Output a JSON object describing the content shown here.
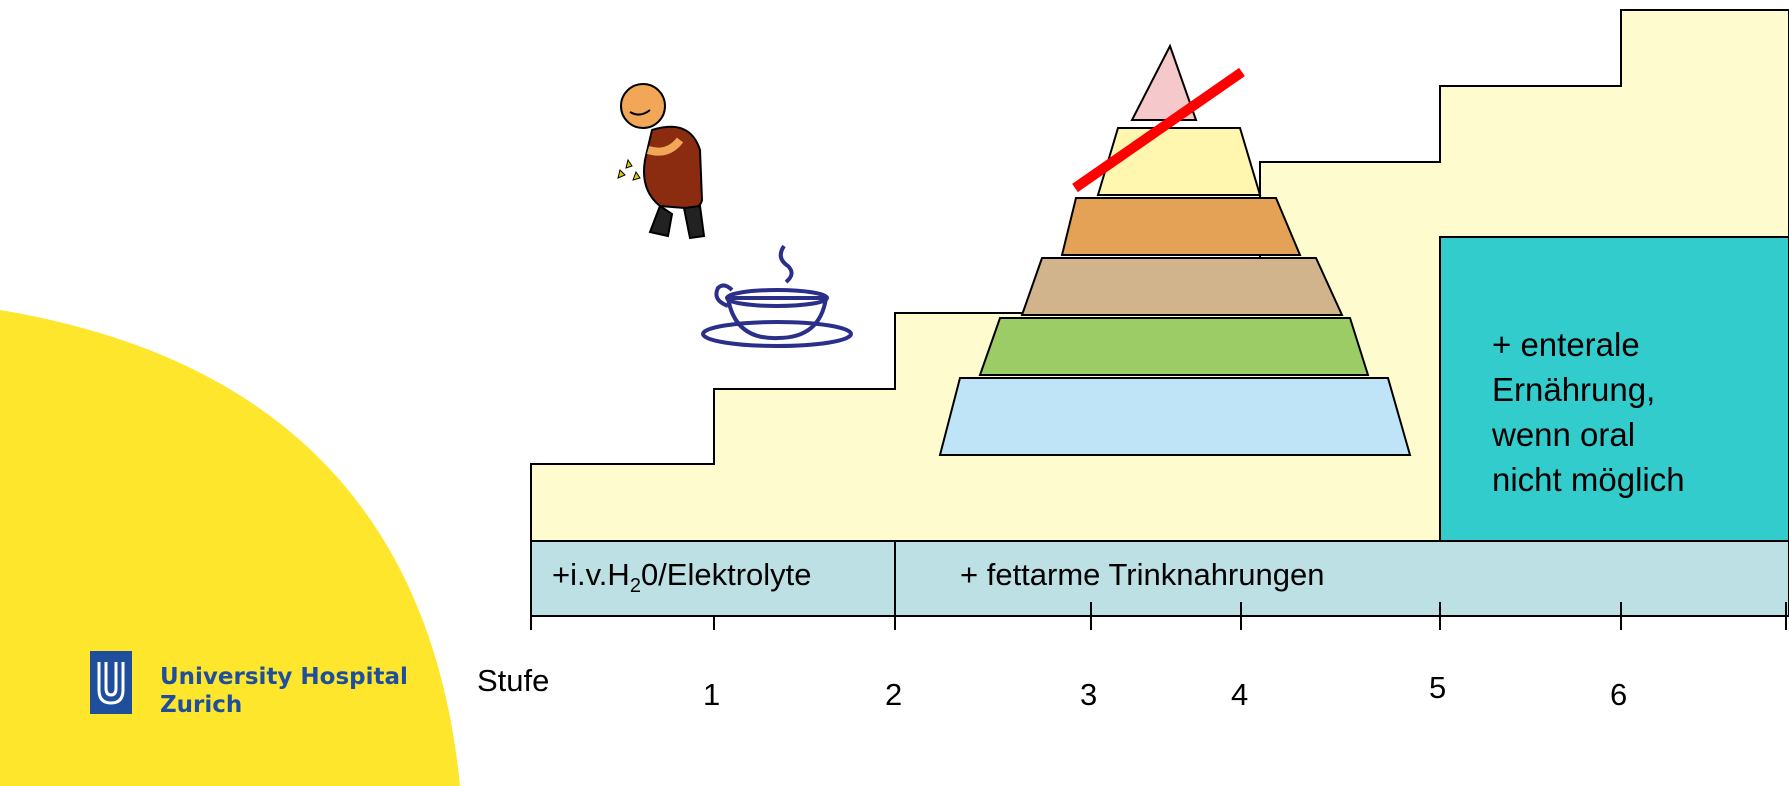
{
  "colors": {
    "step_fill": "#fefccf",
    "bar_fill": "#bde0e4",
    "enteral_fill": "#33cccc",
    "sun_yellow": "#fde62c",
    "logo_blue": "#1f4e9c",
    "cross_red": "#ff0000"
  },
  "bars": {
    "iv": {
      "prefix": "+i.v.H",
      "sub": "2",
      "suffix": "0/Elektrolyte"
    },
    "trink": "+ fettarme Trinknahrungen"
  },
  "enteral": {
    "lines": [
      "+ enterale",
      "Ernährung,",
      "wenn oral",
      "nicht möglich"
    ]
  },
  "axis": {
    "title": "Stufe",
    "ticks": [
      "1",
      "2",
      "3",
      "4",
      "5",
      "6"
    ]
  },
  "logo": {
    "line1": "University Hospital",
    "line2": "Zurich"
  },
  "illustrations": [
    "sick-man-clutching-stomach",
    "tea-cup",
    "food-pyramid-crossed-out"
  ]
}
